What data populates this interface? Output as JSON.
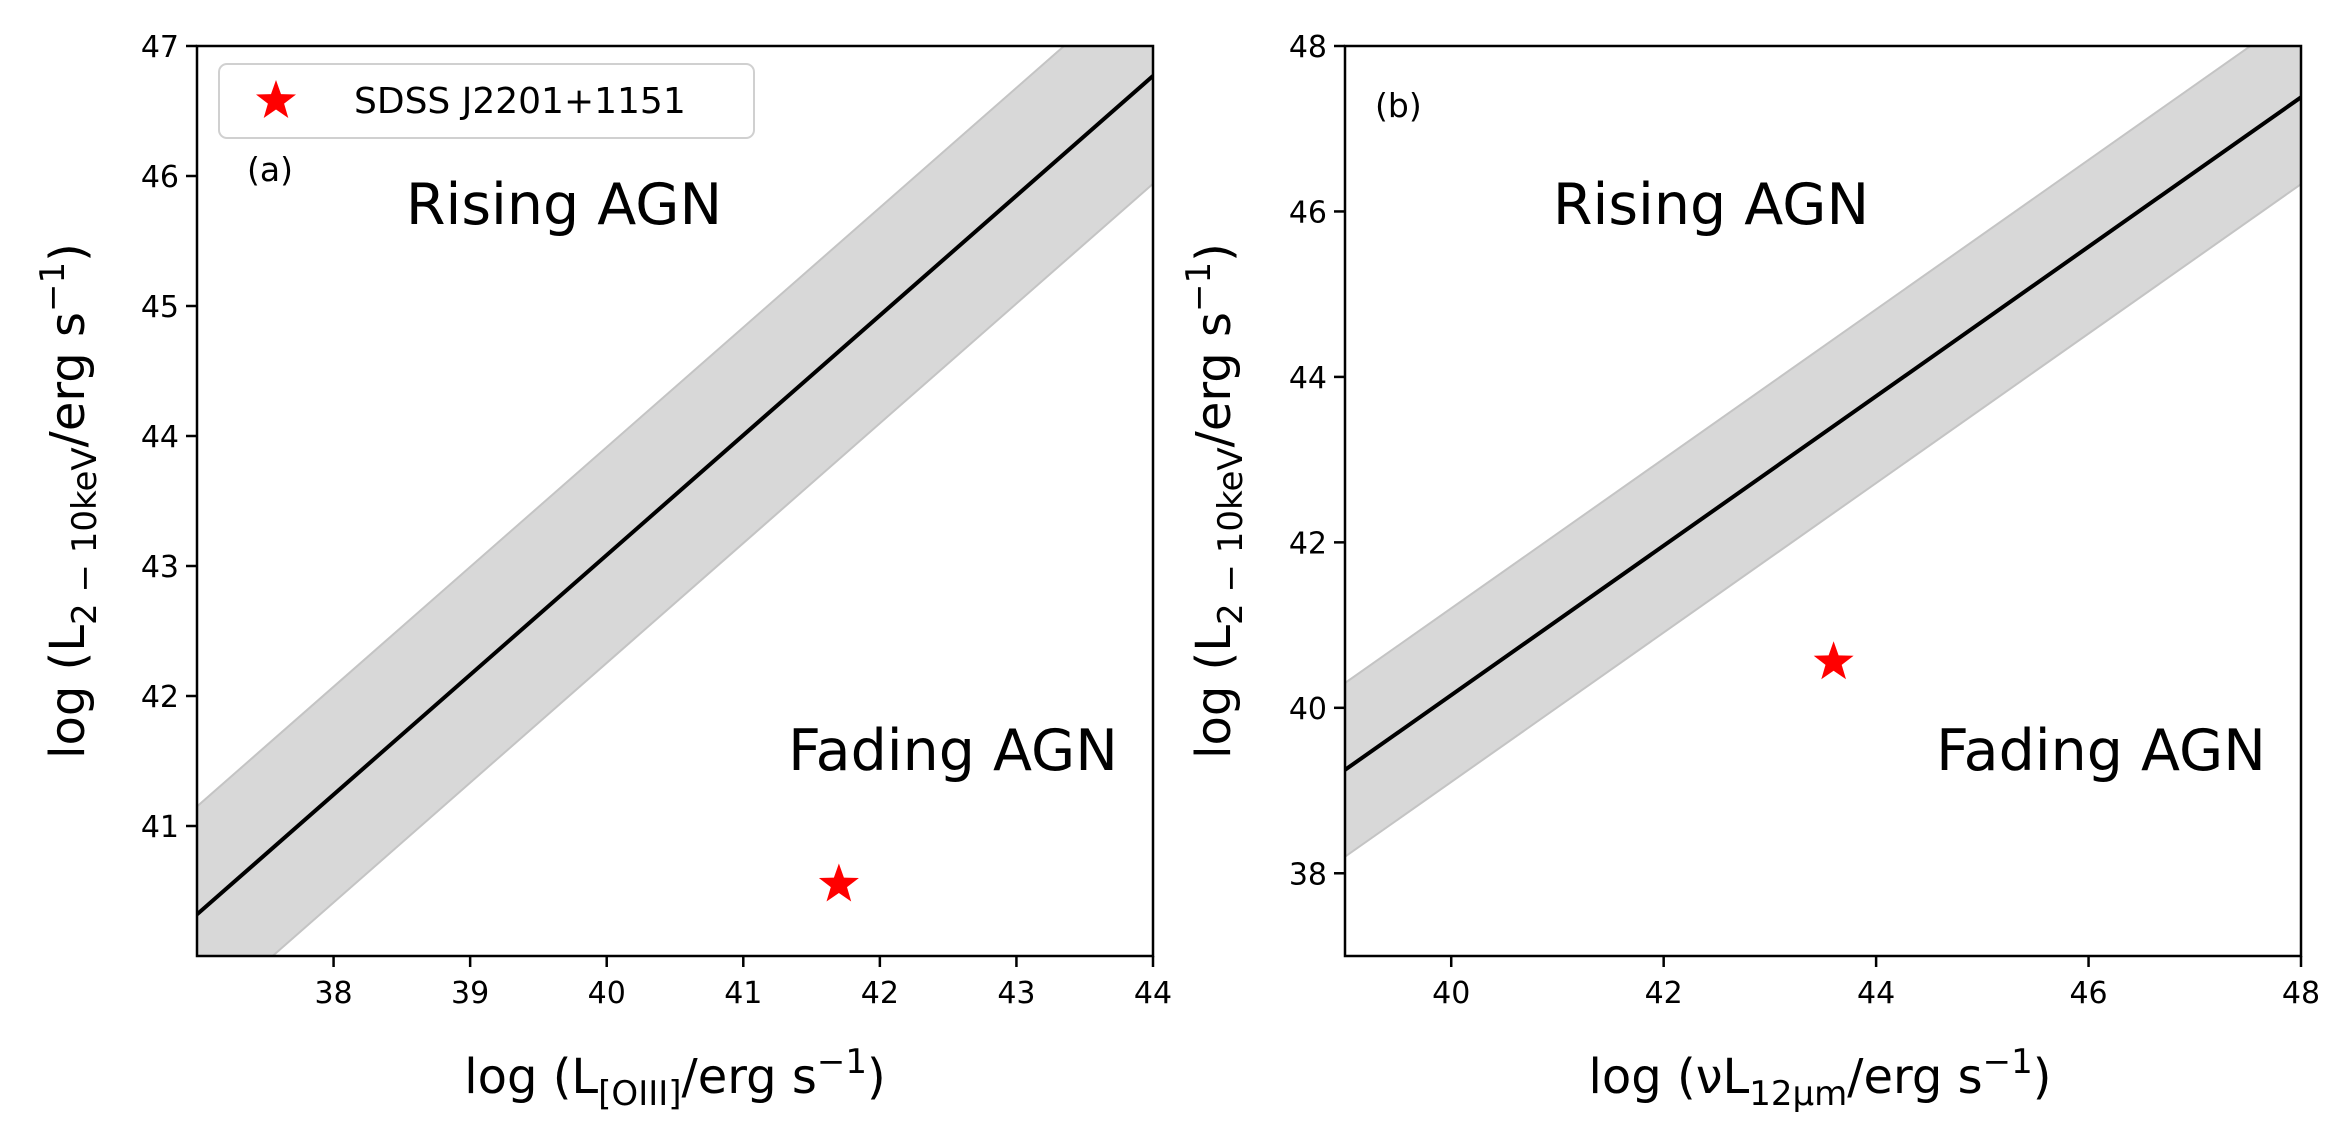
{
  "chart_data": [
    {
      "type": "line",
      "panel_label": "(a)",
      "xlabel": {
        "prefix": "log (L",
        "sub": "[OIII]",
        "mid": "/erg s",
        "sup": "−1",
        "suffix": ")"
      },
      "ylabel": {
        "prefix": "log (L",
        "sub": "2 − 10keV",
        "mid": "/erg s",
        "sup": "−1",
        "suffix": ")"
      },
      "xlim": [
        37,
        44
      ],
      "ylim": [
        40,
        47
      ],
      "xticks": [
        38,
        39,
        40,
        41,
        42,
        43,
        44
      ],
      "yticks": [
        41,
        42,
        43,
        44,
        45,
        46,
        47
      ],
      "relation": {
        "x": [
          37,
          44
        ],
        "y": [
          40.32,
          46.77
        ]
      },
      "band": {
        "x": [
          37,
          44
        ],
        "upper": [
          41.15,
          47.6
        ],
        "lower": [
          39.49,
          45.94
        ]
      },
      "points": [
        {
          "x": 41.7,
          "y": 40.55,
          "name": "SDSS J2201+1151"
        }
      ],
      "annotations": {
        "upper": "Rising AGN",
        "lower": "Fading AGN"
      },
      "legend": {
        "entries": [
          "SDSS J2201+1151"
        ],
        "placement": "upper-left"
      }
    },
    {
      "type": "line",
      "panel_label": "(b)",
      "xlabel": {
        "prefix": "log (νL",
        "sub": "12μm",
        "mid": "/erg s",
        "sup": "−1",
        "suffix": ")"
      },
      "ylabel": {
        "prefix": "log (L",
        "sub": "2 − 10keV",
        "mid": "/erg s",
        "sup": "−1",
        "suffix": ")"
      },
      "xlim": [
        39,
        48
      ],
      "ylim": [
        37,
        48
      ],
      "xticks": [
        40,
        42,
        44,
        46,
        48
      ],
      "yticks": [
        38,
        40,
        42,
        44,
        46,
        48
      ],
      "relation": {
        "x": [
          39,
          48
        ],
        "y": [
          39.25,
          47.38
        ]
      },
      "band": {
        "x": [
          39,
          48
        ],
        "upper": [
          40.3,
          48.43
        ],
        "lower": [
          38.2,
          46.33
        ]
      },
      "points": [
        {
          "x": 43.6,
          "y": 40.55,
          "name": "SDSS J2201+1151"
        }
      ],
      "annotations": {
        "upper": "Rising AGN",
        "lower": "Fading AGN"
      }
    }
  ],
  "colors": {
    "band_fill": "#d8d8d8",
    "band_edge": "#c4c4c4",
    "line": "#000000",
    "marker": "#ff0000",
    "legend_border": "#d0d0d0"
  }
}
